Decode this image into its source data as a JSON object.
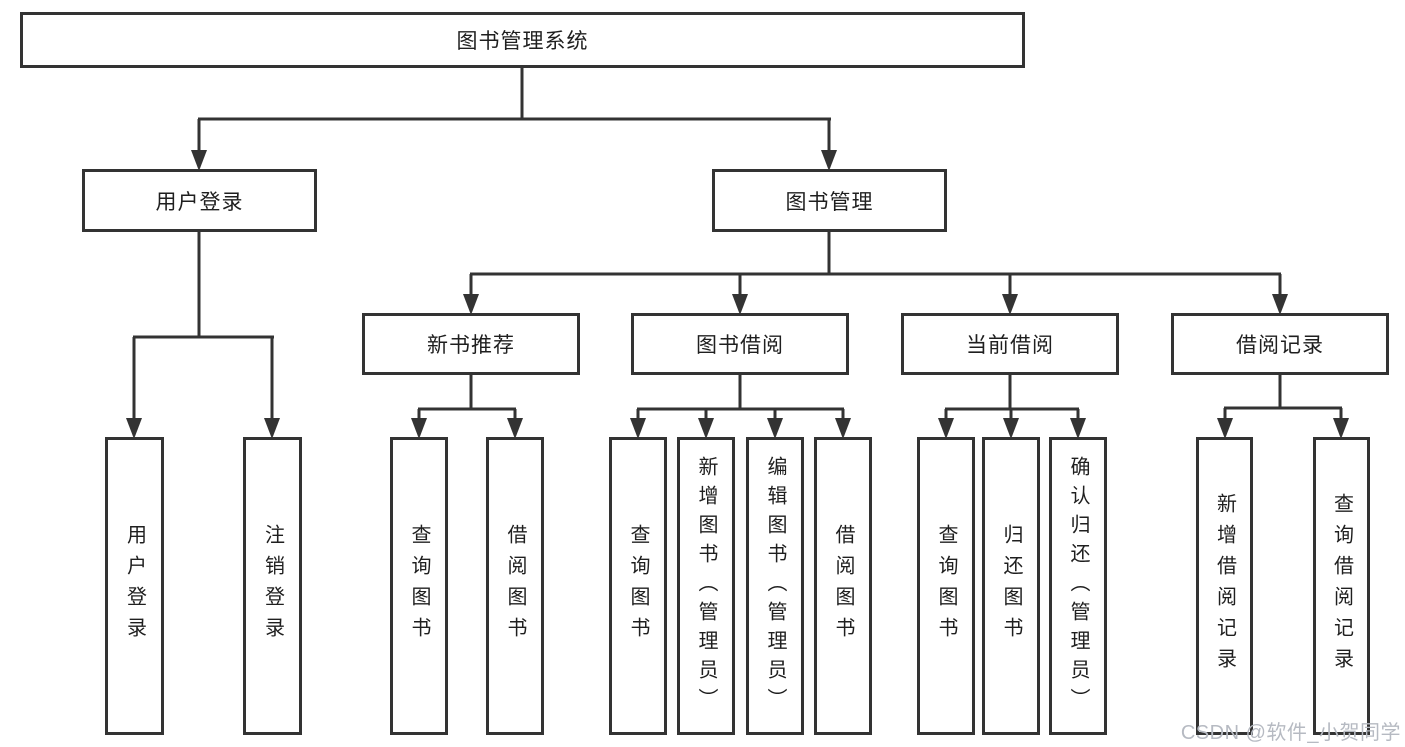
{
  "colors": {
    "line": "#333333",
    "box_border": "#333333",
    "box_background": "#ffffff",
    "text": "#1f1f1f",
    "watermark": "#b6bac2"
  },
  "watermark": "CSDN @软件_小贺同学",
  "diagram": {
    "title": "图书管理系统",
    "branches": [
      {
        "label": "用户登录",
        "children": [
          {
            "label": "用户登录"
          },
          {
            "label": "注销登录"
          }
        ]
      },
      {
        "label": "图书管理",
        "children": [
          {
            "label": "新书推荐",
            "children": [
              {
                "label": "查询图书"
              },
              {
                "label": "借阅图书"
              }
            ]
          },
          {
            "label": "图书借阅",
            "children": [
              {
                "label": "查询图书"
              },
              {
                "label": "新增图书（管理员）"
              },
              {
                "label": "编辑图书（管理员）"
              },
              {
                "label": "借阅图书"
              }
            ]
          },
          {
            "label": "当前借阅",
            "children": [
              {
                "label": "查询图书"
              },
              {
                "label": "归还图书"
              },
              {
                "label": "确认归还（管理员）"
              }
            ]
          },
          {
            "label": "借阅记录",
            "children": [
              {
                "label": "新增借阅记录"
              },
              {
                "label": "查询借阅记录"
              }
            ]
          }
        ]
      }
    ]
  }
}
